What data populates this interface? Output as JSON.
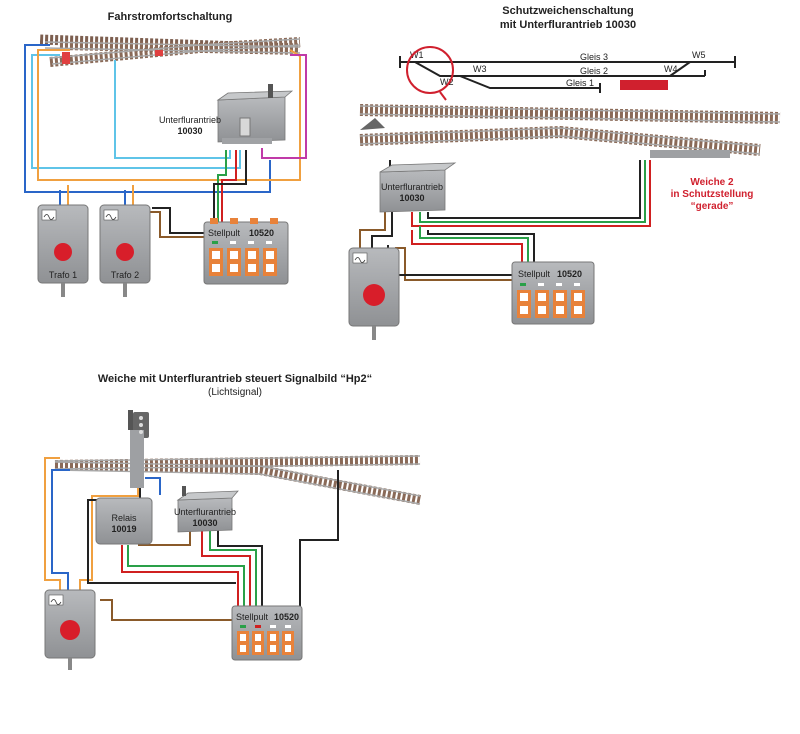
{
  "diagram1": {
    "title": "Fahrstromfortschaltung",
    "motor_name": "Unterflurantrieb",
    "motor_number": "10030",
    "panel_name": "Stellpult",
    "panel_number": "10520",
    "trafo1": "Trafo 1",
    "trafo2": "Trafo 2"
  },
  "diagram2": {
    "title_line1": "Schutzweichenschaltung",
    "title_line2": "mit Unterflurantrieb 10030",
    "tracks": [
      "Gleis 3",
      "Gleis 2",
      "Gleis 1"
    ],
    "switches": [
      "W1",
      "W2",
      "W3",
      "W4",
      "W5"
    ],
    "motor_name": "Unterflurantrieb",
    "motor_number": "10030",
    "panel_name": "Stellpult",
    "panel_number": "10520",
    "note_line1": "Weiche 2",
    "note_line2": "in Schutzstellung",
    "note_line3": "“gerade”"
  },
  "diagram3": {
    "title_line1": "Weiche mit Unterflurantrieb steuert Signalbild “Hp2“",
    "title_line2": "(Lichtsignal)",
    "relay_name": "Relais",
    "relay_number": "10019",
    "motor_name": "Unterflurantrieb",
    "motor_number": "10030",
    "panel_name": "Stellpult",
    "panel_number": "10520"
  },
  "colors": {
    "track_sleeper": "#8a6a58",
    "rail": "#9a9a9a",
    "device_gray": "#9ea0a3",
    "button_orange": "#e8823a",
    "knob_red": "#d81e2a",
    "note_red": "#d0202e",
    "wire_blue": "#2a66c8",
    "wire_cyan": "#5fc4e8",
    "wire_orange": "#f0a040",
    "wire_magenta": "#c03aa8",
    "wire_brown": "#8a5a2a",
    "wire_green": "#2aa048",
    "wire_red": "#d02020",
    "wire_black": "#222222"
  }
}
